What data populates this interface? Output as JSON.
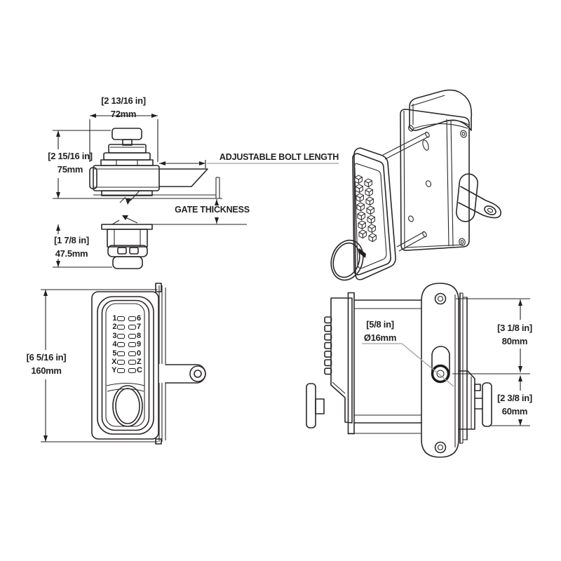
{
  "colors": {
    "background": "#ffffff",
    "line": "#2b2728",
    "dimension": "#231f20",
    "leader": "#9aa2a6",
    "text": "#231f20"
  },
  "labels": {
    "side_view": {
      "width_in": "[2 13/16 in]",
      "width_mm": "72mm",
      "height_in": "[2 15/16 in]",
      "height_mm": "75mm",
      "adjustable_bolt": "ADJUSTABLE BOLT LENGTH",
      "gate_thickness": "GATE THICKNESS"
    },
    "outside_unit": {
      "height_in": "[1 7/8 in]",
      "height_mm": "47.5mm"
    },
    "front_view": {
      "height_in": "[6 5/16 in]",
      "height_mm": "160mm"
    },
    "top_view": {
      "spindle_in": "[5/8 in]",
      "spindle_mm": "Ø16mm",
      "upper_in": "[3 1/8 in]",
      "upper_mm": "80mm",
      "lower_in": "[2 3/8 in]",
      "lower_mm": "60mm"
    }
  },
  "keypad": {
    "left_column": [
      "1",
      "2",
      "3",
      "4",
      "5",
      "X",
      "Y"
    ],
    "right_column": [
      "6",
      "7",
      "8",
      "9",
      "0",
      "Z",
      "C"
    ]
  }
}
